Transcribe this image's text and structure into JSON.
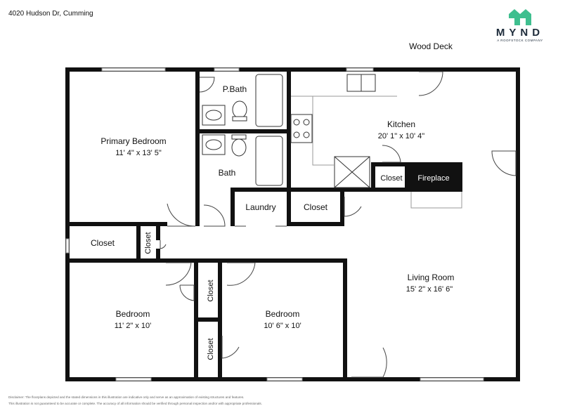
{
  "address": "4020 Hudson Dr, Cumming",
  "brand": {
    "name": "MYND",
    "tagline": "A ROOFSTOCK COMPANY",
    "color": "#3fbf8f"
  },
  "labels": {
    "wood_deck": "Wood Deck",
    "pbath": "P.Bath",
    "primary_bedroom": "Primary Bedroom",
    "primary_bedroom_dim": "11' 4\" x 13' 5\"",
    "bath": "Bath",
    "kitchen": "Kitchen",
    "kitchen_dim": "20' 1\" x 10' 4\"",
    "closet_kitchen": "Closet",
    "fireplace": "Fireplace",
    "laundry": "Laundry",
    "closet_hall": "Closet",
    "closet_primary": "Closet",
    "closet_small": "Closet",
    "living_room": "Living Room",
    "living_room_dim": "15' 2\" x 16' 6\"",
    "bedroom1": "Bedroom",
    "bedroom1_dim": "11' 2\" x 10'",
    "bedroom2": "Bedroom",
    "bedroom2_dim": "10' 6\" x 10'",
    "closet_b1": "Closet",
    "closet_b2": "Closet"
  },
  "disclaimer": {
    "line1": "Disclaimer: The floorplans depicted and the stated dimensions in this illustration are indicative only and serve as an approximation of existing structures and features.",
    "line2": "This illustration is not guaranteed to be accurate or complete. The accuracy of all information should be verified through personal inspection and/or with appropriate professionals."
  }
}
